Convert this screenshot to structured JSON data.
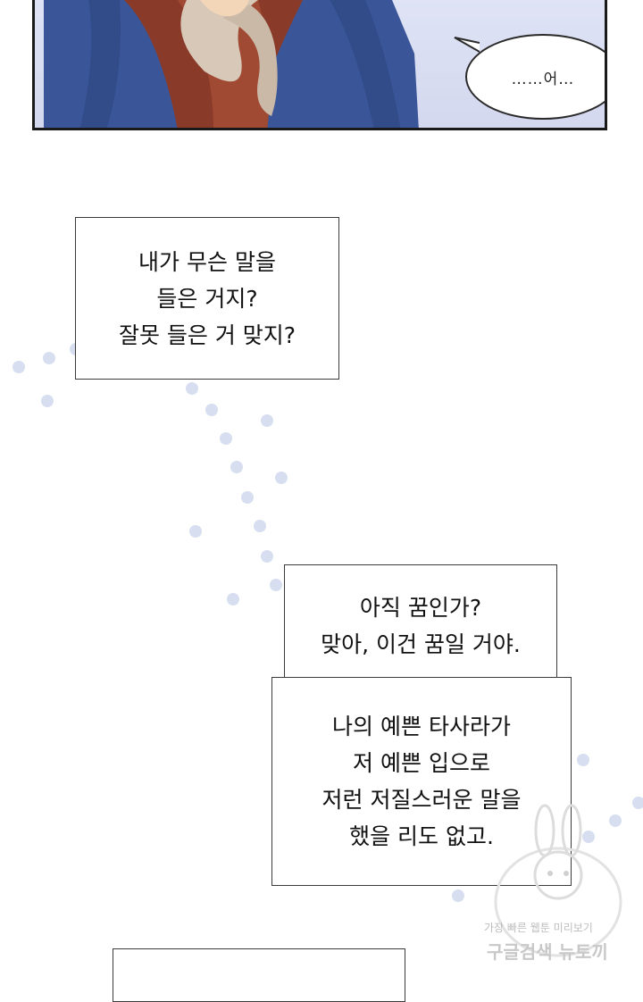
{
  "panel": {
    "speech": "……어…"
  },
  "box1": {
    "lines": [
      "내가 무슨 말을",
      "들은 거지?",
      "잘못 들은 거 맞지?"
    ]
  },
  "box2": {
    "lines": [
      "아직 꿈인가?",
      "맞아, 이건 꿈일 거야."
    ]
  },
  "box3": {
    "lines": [
      "나의 예쁜 타사라가",
      "저 예쁜 입으로",
      "저런 저질스러운 말을",
      "했을 리도 없고."
    ]
  },
  "watermark": {
    "line1": "가장 빠른 웹툰 미리보기",
    "line2": "구글검색 뉴토끼"
  },
  "colors": {
    "robe": "#3b5698",
    "scarf": "#8a3a28",
    "hair": "#d8c8b8",
    "dots": "#d7def0"
  }
}
